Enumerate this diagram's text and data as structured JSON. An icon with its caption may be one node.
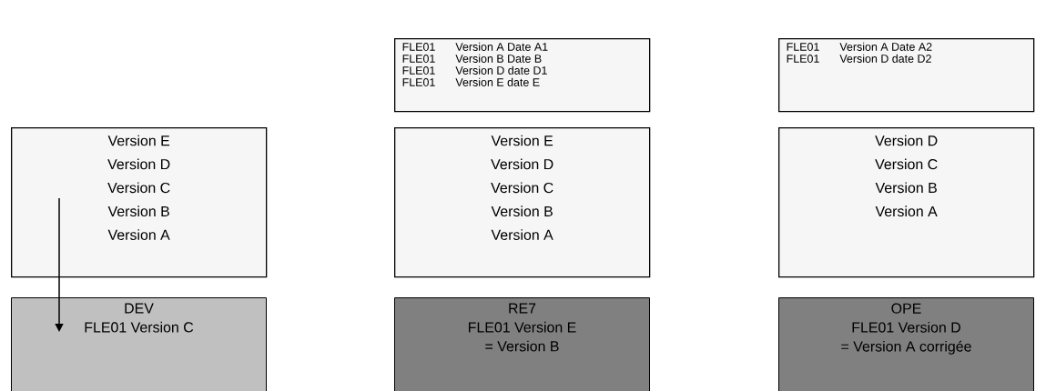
{
  "diagram": {
    "nodes": [
      {
        "text": [
          "FLE01",
          "Version A Date A1",
          "FLE01",
          "Version B Date B",
          "FLE01",
          "Version D date D1",
          "FLE01",
          "Version E date E"
        ]
      },
      {
        "text": [
          "FLE01",
          "Version A Date A2",
          "FLE01",
          "Version D date D2"
        ]
      },
      {
        "text": [
          "Version E",
          "Version D",
          "Version C",
          "Version B",
          "Version A"
        ]
      },
      {
        "text": [
          "Version E",
          "Version D",
          "Version C",
          "Version B",
          "Version A"
        ]
      },
      {
        "text": [
          "Version D",
          "Version C",
          "Version B",
          "Version A"
        ]
      },
      {
        "text": [
          "DEV",
          "FLE01 Version C"
        ]
      },
      {
        "text": [
          "RE7",
          "FLE01 Version E",
          "= Version B"
        ]
      },
      {
        "text": [
          "OPE",
          "FLE01 Version D",
          "= Version A corrigée"
        ]
      }
    ],
    "edges": [
      {
        "from": 2,
        "to": 5,
        "arrow": "to"
      }
    ]
  }
}
